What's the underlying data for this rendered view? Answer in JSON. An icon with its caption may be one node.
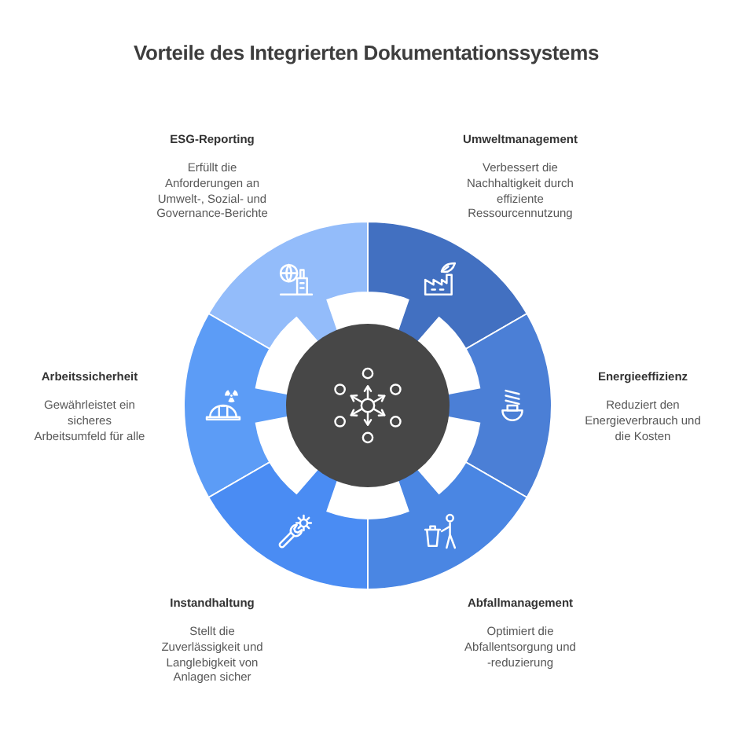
{
  "diagram": {
    "title": "Vorteile des Integrierten Dokumentationssystems",
    "nodes": [
      {
        "text": [
          "ESG-Reporting",
          "Erfüllt die Anforderungen an Umwelt-, Sozial- und Governance-Berichte"
        ]
      },
      {
        "text": [
          "Umweltmanagement",
          "Verbessert die Nachhaltigkeit durch effiziente Ressourcennutzung"
        ]
      },
      {
        "text": [
          "Arbeitssicherheit",
          "Gewährleistet ein sicheres Arbeitsumfeld für alle"
        ]
      },
      {
        "text": [
          "Energieeffizienz",
          "Reduziert den Energieverbrauch und die Kosten"
        ]
      },
      {
        "text": [
          "Instandhaltung",
          "Stellt die Zuverlässigkeit und Langlebigkeit von Anlagen sicher"
        ]
      },
      {
        "text": [
          "Abfallmanagement",
          "Optimiert die Abfallentsorgung und -reduzierung"
        ]
      },
      {
        "text": [],
        "shape": "circle"
      }
    ]
  }
}
